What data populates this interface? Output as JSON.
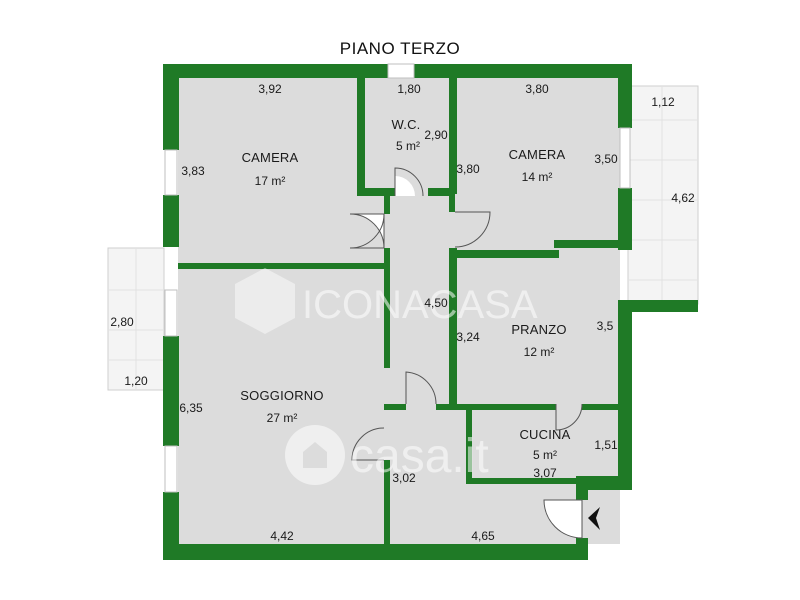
{
  "title": "PIANO TERZO",
  "colors": {
    "wall": "#1f7a26",
    "floor": "#dcdcdc",
    "terrace": "#f2f2f2",
    "inner_wall": "#1f7a26"
  },
  "rooms": {
    "camera1": {
      "name": "CAMERA",
      "area": "17 m²"
    },
    "wc": {
      "name": "W.C.",
      "area": "5 m²"
    },
    "camera2": {
      "name": "CAMERA",
      "area": "14 m²"
    },
    "pranzo": {
      "name": "PRANZO",
      "area": "12 m²"
    },
    "soggiorno": {
      "name": "SOGGIORNO",
      "area": "27 m²"
    },
    "cucina": {
      "name": "CUCINA",
      "area": "5 m²"
    }
  },
  "dimensions": {
    "d_392": "3,92",
    "d_180": "1,80",
    "d_380a": "3,80",
    "d_112": "1,12",
    "d_383": "3,83",
    "d_290": "2,90",
    "d_380b": "3,80",
    "d_350": "3,50",
    "d_462": "4,62",
    "d_280": "2,80",
    "d_450": "4,50",
    "d_324": "3,24",
    "d_35": "3,5",
    "d_120": "1,20",
    "d_635": "6,35",
    "d_151": "1,51",
    "d_307": "3,07",
    "d_302": "3,02",
    "d_442": "4,42",
    "d_465": "4,65"
  },
  "watermarks": {
    "brand1": "ICONACASA",
    "brand2": "casa.it"
  },
  "icons": {
    "entrance": "entrance-arrow-icon",
    "home": "house-icon"
  }
}
